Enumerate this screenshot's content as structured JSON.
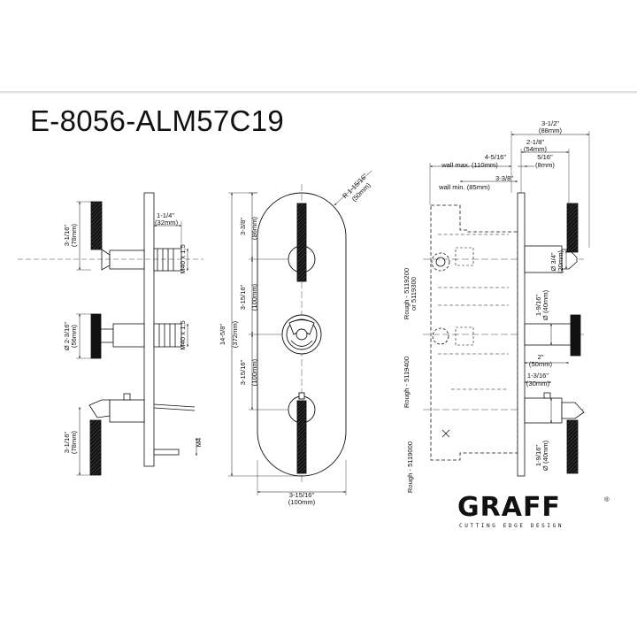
{
  "title": "E-8056-ALM57C19",
  "brand": {
    "name": "GRAFF",
    "mark": "®",
    "tagline": "CUTTING EDGE DESIGN"
  },
  "side_view": {
    "dims": {
      "top_handle_h": [
        "3-1/16\"",
        "(78mm)"
      ],
      "cartridge_len": [
        "1-1/4\"",
        "(32mm)"
      ],
      "thread_top": "M40 x 1,5",
      "thread_mid": "M40 x 1,5",
      "diverter_dia": [
        "Ø 2-3/16\"",
        "(56mm)"
      ],
      "screw": "M4",
      "bottom_handle_h": [
        "3-1/16\"",
        "(78mm)"
      ]
    }
  },
  "front_view": {
    "dims": {
      "radius": [
        "R 1-15/16\"",
        "(50mm)"
      ],
      "top_offset": [
        "3-3/8\"",
        "(86mm)"
      ],
      "spacing_upper": [
        "3-15/16\"",
        "(100mm)"
      ],
      "spacing_lower": [
        "3-15/16\"",
        "(100mm)"
      ],
      "plate_height": [
        "14-5/8\"",
        "(372mm)"
      ],
      "plate_width": [
        "3-15/16\"",
        "(100mm)"
      ]
    }
  },
  "install_view": {
    "dims": {
      "total_depth": [
        "3-1/2\"",
        "(88mm)"
      ],
      "depth_54": [
        "2-1/8\"",
        "(54mm)"
      ],
      "wall_max_val": "4-5/16\"",
      "wall_max": "wall max. (110mm)",
      "plate_thk": [
        "5/16\"",
        "(8mm)"
      ],
      "wall_min_val": "3-3/8\"",
      "wall_min": "wall min. (85mm)",
      "top_dia": [
        "Ø 3/4\"",
        "(20mm)"
      ],
      "mid_dia": [
        "1-9/16\"",
        "Ø (40mm)"
      ],
      "depth_50": [
        "2\"",
        "(50mm)"
      ],
      "depth_30": [
        "1-3/16\"",
        "(30mm)"
      ],
      "bot_dia": [
        "1-9/16\"",
        "Ø (40mm)"
      ],
      "rough_top": [
        "Rough - 5119200",
        "or 5119300"
      ],
      "rough_mid": "Rough - 5119400",
      "rough_bot": "Rough - 5119000"
    }
  }
}
